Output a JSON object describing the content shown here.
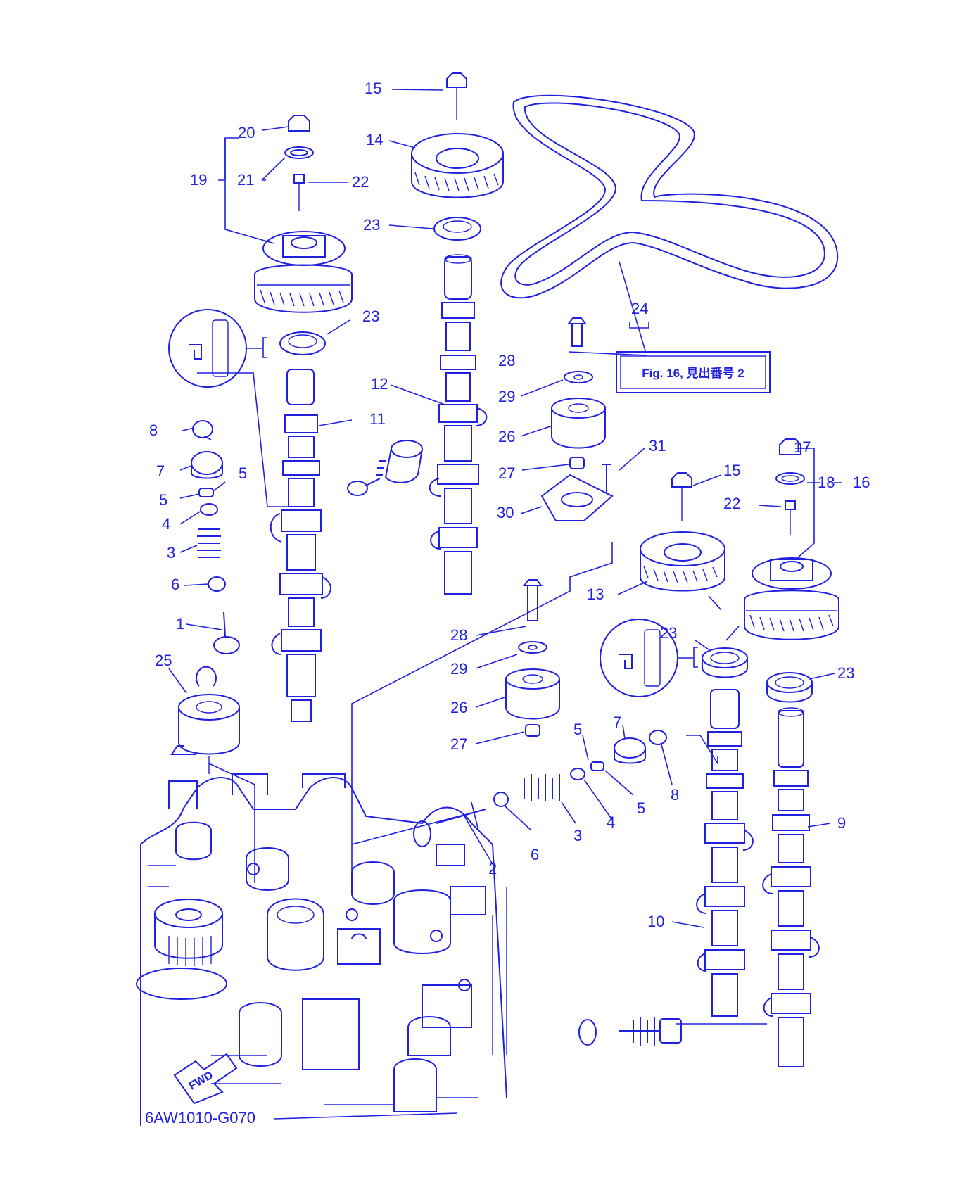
{
  "diagram": {
    "code": "6AW1010-G070",
    "reference_box": "Fig. 16, 見出番号 2",
    "fwd_badge": "FWD",
    "accent_color": "#2020e0",
    "callouts": {
      "c1": "1",
      "c2": "2",
      "c3a": "3",
      "c3b": "3",
      "c4a": "4",
      "c4b": "4",
      "c5a": "5",
      "c5b": "5",
      "c5c": "5",
      "c5d": "5",
      "c6a": "6",
      "c6b": "6",
      "c7a": "7",
      "c7b": "7",
      "c8a": "8",
      "c8b": "8",
      "c9": "9",
      "c10": "10",
      "c11": "11",
      "c12": "12",
      "c13": "13",
      "c14": "14",
      "c15a": "15",
      "c15b": "15",
      "c16": "16",
      "c17": "17",
      "c18": "18",
      "c19": "19",
      "c20": "20",
      "c21": "21",
      "c22a": "22",
      "c22b": "22",
      "c23a": "23",
      "c23b": "23",
      "c23c": "23",
      "c23d": "23",
      "c24": "24",
      "c25": "25",
      "c26a": "26",
      "c26b": "26",
      "c27a": "27",
      "c27b": "27",
      "c28a": "28",
      "c28b": "28",
      "c29a": "29",
      "c29b": "29",
      "c30": "30",
      "c31": "31"
    }
  }
}
